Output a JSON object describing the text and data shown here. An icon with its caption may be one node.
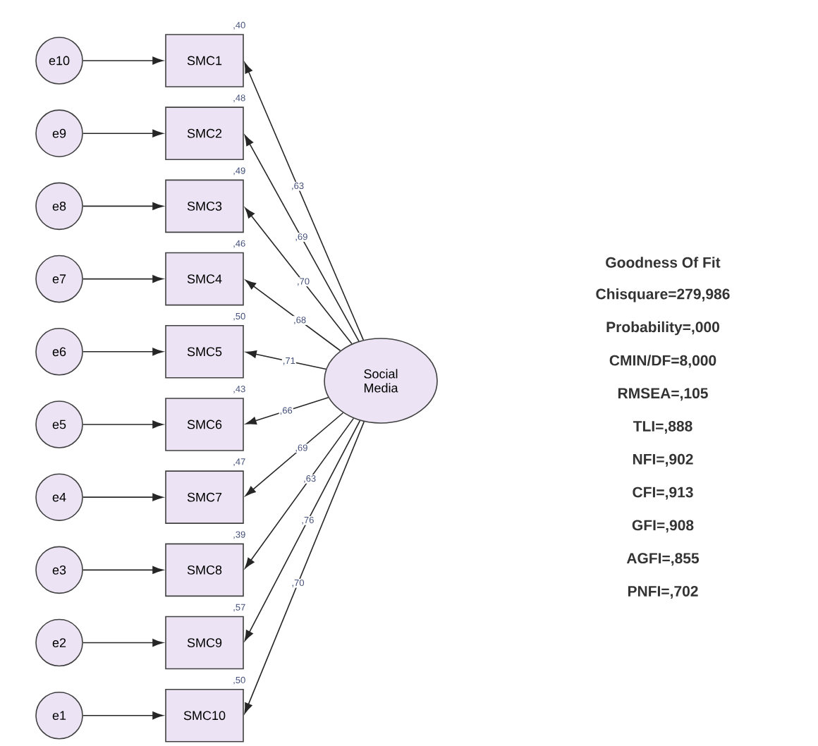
{
  "diagram": {
    "nodes": [
      {
        "text": [
          "e10"
        ]
      },
      {
        "text": [
          "e9"
        ]
      },
      {
        "text": [
          "e8"
        ]
      },
      {
        "text": [
          "e7"
        ]
      },
      {
        "text": [
          "e6"
        ]
      },
      {
        "text": [
          "e5"
        ]
      },
      {
        "text": [
          "e4"
        ]
      },
      {
        "text": [
          "e3"
        ]
      },
      {
        "text": [
          "e2"
        ]
      },
      {
        "text": [
          "e1"
        ]
      },
      {
        "text": [
          "SMC1"
        ],
        "beside": [
          ",40"
        ]
      },
      {
        "text": [
          "SMC2"
        ],
        "beside": [
          ",48"
        ]
      },
      {
        "text": [
          "SMC3"
        ],
        "beside": [
          ",49"
        ]
      },
      {
        "text": [
          "SMC4"
        ],
        "beside": [
          ",46"
        ]
      },
      {
        "text": [
          "SMC5"
        ],
        "beside": [
          ",50"
        ]
      },
      {
        "text": [
          "SMC6"
        ],
        "beside": [
          ",43"
        ]
      },
      {
        "text": [
          "SMC7"
        ],
        "beside": [
          ",47"
        ]
      },
      {
        "text": [
          "SMC8"
        ],
        "beside": [
          ",39"
        ]
      },
      {
        "text": [
          "SMC9"
        ],
        "beside": [
          ",57"
        ]
      },
      {
        "text": [
          "SMC10"
        ],
        "beside": [
          ",50"
        ]
      },
      {
        "text": [
          "Social Media"
        ]
      }
    ],
    "edges": [
      {
        "from": 0,
        "to": 10,
        "arrow": "to"
      },
      {
        "from": 1,
        "to": 11,
        "arrow": "to"
      },
      {
        "from": 2,
        "to": 12,
        "arrow": "to"
      },
      {
        "from": 3,
        "to": 13,
        "arrow": "to"
      },
      {
        "from": 4,
        "to": 14,
        "arrow": "to"
      },
      {
        "from": 5,
        "to": 15,
        "arrow": "to"
      },
      {
        "from": 6,
        "to": 16,
        "arrow": "to"
      },
      {
        "from": 7,
        "to": 17,
        "arrow": "to"
      },
      {
        "from": 8,
        "to": 18,
        "arrow": "to"
      },
      {
        "from": 9,
        "to": 19,
        "arrow": "to"
      },
      {
        "from": 20,
        "to": 10,
        "arrow": "to",
        "label": ",63"
      },
      {
        "from": 20,
        "to": 11,
        "arrow": "to",
        "label": ",69"
      },
      {
        "from": 20,
        "to": 12,
        "arrow": "to",
        "label": ",70"
      },
      {
        "from": 20,
        "to": 13,
        "arrow": "to",
        "label": ",68"
      },
      {
        "from": 20,
        "to": 14,
        "arrow": "to",
        "label": ",71"
      },
      {
        "from": 20,
        "to": 15,
        "arrow": "to",
        "label": ",66"
      },
      {
        "from": 20,
        "to": 16,
        "arrow": "to",
        "label": ",69"
      },
      {
        "from": 20,
        "to": 17,
        "arrow": "to",
        "label": ",63"
      },
      {
        "from": 20,
        "to": 18,
        "arrow": "to",
        "label": ",76"
      },
      {
        "from": 20,
        "to": 19,
        "arrow": "to",
        "label": ",70"
      }
    ],
    "labels": [
      "Goodness Of Fit",
      "Chisquare=279,986",
      "Probability=,000",
      "CMIN/DF=8,000",
      "RMSEA=,105",
      "TLI=,888",
      "NFI=,902",
      "CFI=,913",
      "GFI=,908",
      "AGFI=,855",
      "PNFI=,702"
    ]
  }
}
